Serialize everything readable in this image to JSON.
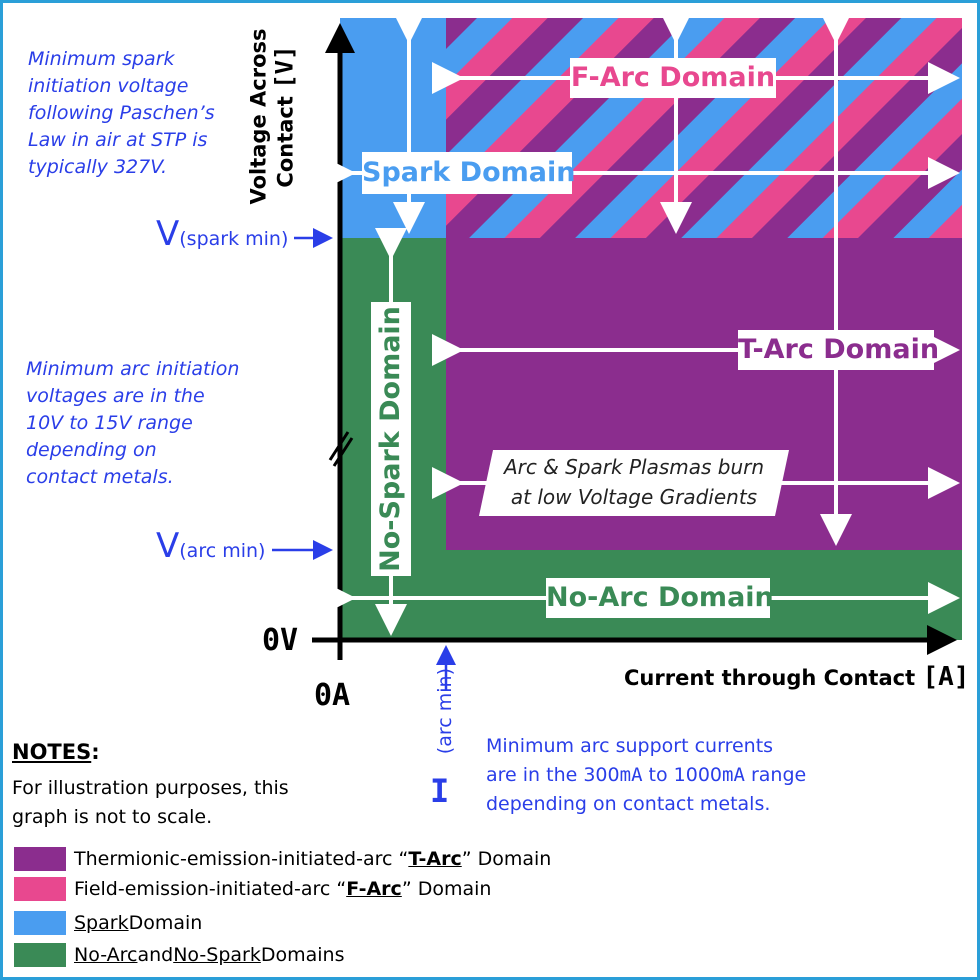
{
  "axes": {
    "y_label_line1": "Voltage Across",
    "y_label_line2": "Contact",
    "y_unit": "[V]",
    "x_label": "Current through Contact",
    "x_unit": "[A]",
    "origin_v": "0V",
    "origin_a": "0A"
  },
  "markers": {
    "v_spark_main": "V",
    "v_spark_sub": "(spark min)",
    "v_arc_main": "V",
    "v_arc_sub": "(arc min)",
    "i_arc_main": "I",
    "i_arc_sub": "(arc min)"
  },
  "domains": {
    "f_arc": "F-Arc Domain",
    "spark": "Spark Domain",
    "t_arc": "T-Arc Domain",
    "no_spark": "No-Spark Domain",
    "no_arc": "No-Arc Domain",
    "plasma_line1": "Arc & Spark Plasmas burn",
    "plasma_line2": "at low Voltage Gradients"
  },
  "annotations": {
    "spark_note": [
      "Minimum spark",
      "initiation voltage",
      "following Paschen’s",
      "Law in air at STP is",
      "typically 327V."
    ],
    "arc_note": [
      "Minimum arc initiation",
      "voltages are in the",
      "10V to 15V range",
      "depending on",
      "contact metals."
    ],
    "current_note_line1": "Minimum arc support currents",
    "current_note_line2_a": "are in the 300",
    "current_note_line2_b": "mA",
    "current_note_line2_c": " to 1000",
    "current_note_line2_d": "mA",
    "current_note_line2_e": " range",
    "current_note_line3": "depending on contact metals."
  },
  "notes": {
    "title": "NOTES",
    "colon": ":",
    "line1": "For illustration purposes, this",
    "line2": "graph is not to scale."
  },
  "legend": {
    "t_arc_pre": "Thermionic-emission-initiated-arc “",
    "t_arc_key": "T-Arc",
    "t_arc_post": "” Domain",
    "f_arc_pre": "Field-emission-initiated-arc “",
    "f_arc_key": "F-Arc",
    "f_arc_post": "” Domain",
    "spark_key": "Spark",
    "spark_post": " Domain",
    "noarc_key": "No-Arc",
    "noarc_mid": " and ",
    "nospark_key": "No-Spark",
    "nospark_post": " Domains"
  },
  "colors": {
    "t_arc": "#8b2d8e",
    "f_arc": "#e8488f",
    "spark": "#4a9df0",
    "no_arc": "#3a8a56",
    "annotation_blue": "#2a3ee8",
    "frame": "#2a9fd8"
  }
}
